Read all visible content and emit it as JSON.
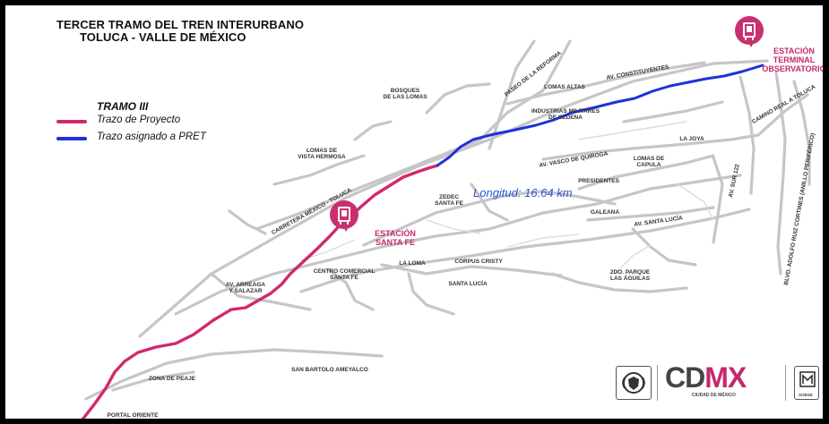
{
  "title": {
    "line1": "TERCER TRAMO DEL TREN INTERURBANO",
    "line2": "TOLUCA - VALLE DE MÉXICO"
  },
  "legend": {
    "title": "TRAMO III",
    "items": [
      {
        "label": "Trazo de Proyecto",
        "color": "#d1286f"
      },
      {
        "label": "Trazo asignado a PRET",
        "color": "#1f32d8"
      }
    ]
  },
  "stations": {
    "terminal": {
      "line1": "ESTACIÓN",
      "line2": "TERMINAL",
      "line3": "OBSERVATORIO",
      "icon": "station-icon"
    },
    "santa_fe": {
      "line1": "ESTACIÓN",
      "line2": "SANTA FE",
      "icon": "station-icon"
    }
  },
  "length_label": "Longitud: 16.64 km",
  "places": {
    "bosques": [
      "BOSQUES",
      "DE LAS LOMAS"
    ],
    "lomas_altas": [
      "LOMAS ALTAS"
    ],
    "industrias": [
      "INDUSTRIAS MILITARES",
      "DE SEDENA"
    ],
    "lomas_vista": [
      "LOMAS DE",
      "VISTA HERMOSA"
    ],
    "la_joya": [
      "LA JOYA"
    ],
    "lomas_capula": [
      "LOMAS DE",
      "CAPULA"
    ],
    "presidentes": [
      "PRESIDENTES"
    ],
    "zedec": [
      "ZEDEC",
      "SANTA FE"
    ],
    "galeana": [
      "GALEANA"
    ],
    "la_loma": [
      "LA LOMA"
    ],
    "corpus": [
      "CORPUS CRISTY"
    ],
    "centro": [
      "CENTRO COMERCIAL",
      "SANTA FE"
    ],
    "santa_lucia": [
      "SANTA LUCÍA"
    ],
    "parque": [
      "2DO. PARQUE",
      "LAS ÁGUILAS"
    ],
    "arreaga": [
      "AV. ARREAGA",
      "Y SALAZAR"
    ],
    "zona_peaje": [
      "ZONA DE PEAJE"
    ],
    "san_bartolo": [
      "SAN BARTOLO AMEYALCO"
    ],
    "portal": [
      "PORTAL ORIENTE"
    ]
  },
  "roads": {
    "reforma": "PASEO DE LA REFORMA",
    "constituyentes": "AV. CONSTITUYENTES",
    "camino_real": "CAMINO REAL A TOLUCA",
    "periferico": "BLVD. ADOLFO RUIZ CORTINES (ANILLO PERIFÉRICO)",
    "vasco": "AV. VASCO DE QUIROGA",
    "sur122": "AV. SUR 122",
    "carretera": "CARRETERA MÉXICO - TOLUCA",
    "santa_lucia_av": "AV. SANTA LUCÍA"
  },
  "logos": {
    "cdmx_prefix": "CD",
    "cdmx_accent": "MX",
    "cdmx_sub": "CIUDAD DE MÉXICO",
    "left_icon": "shield-emblem-icon",
    "right_icon": "metro-emblem-icon",
    "right_caption": "SOBSE"
  },
  "colors": {
    "project_route": "#d1286f",
    "pret_route": "#1f32d8",
    "station": "#c8306f",
    "roads": "#c4c4c4",
    "length_text": "#2c55d6"
  }
}
